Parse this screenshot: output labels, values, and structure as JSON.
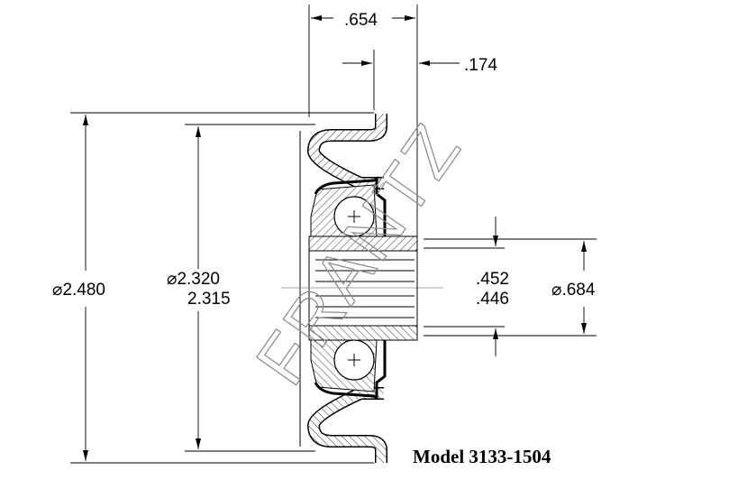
{
  "drawing": {
    "model_label": "Model 3133-1504",
    "watermark": "FRANTZ",
    "dimensions": {
      "overall_width": ".654",
      "hub_offset": ".174",
      "outer_diameter": "⌀2.480",
      "groove_diameter_max": "⌀2.320",
      "groove_diameter_min": "2.315",
      "bore_max": ".452",
      "bore_min": ".446",
      "hub_diameter": "⌀.684"
    }
  }
}
